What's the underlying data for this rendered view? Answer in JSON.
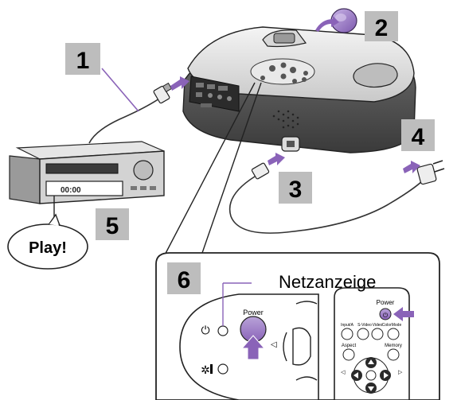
{
  "steps": {
    "s1": "1",
    "s2": "2",
    "s3": "3",
    "s4": "4",
    "s5": "5",
    "s6": "6"
  },
  "bubble": "Play!",
  "vcr_display": "00:00",
  "inset": {
    "title": "Netzanzeige",
    "panel_power": "Power",
    "remote_power": "Power",
    "remote_labels": [
      "Input/A",
      "S-Video",
      "Video",
      "ColorMode",
      "Aspect",
      "Memory"
    ]
  },
  "colors": {
    "accent": "#8a63b8",
    "label_box": "#bdbdbd"
  },
  "icons": [
    "power-icon",
    "temp-warning-icon",
    "volume-icon",
    "arrow-icon"
  ]
}
